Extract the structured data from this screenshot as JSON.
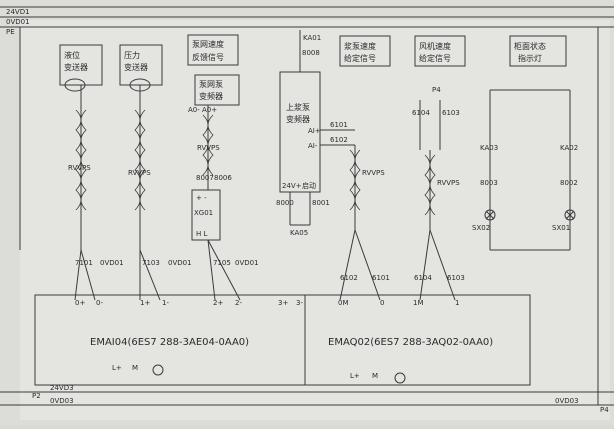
{
  "bus_labels": {
    "top_24v": "24VD1",
    "top_0v": "0VD01",
    "top_pe": "PE",
    "bottom_p2": "P2",
    "bottom_24v": "24VD3",
    "bottom_0v": "0VD03",
    "bottom_right_0v": "0VD03",
    "bottom_p4": "P4"
  },
  "blocks": {
    "level": "液位\n变送器",
    "pressure": "压力\n变送器",
    "fb_title": "泵网速度\n反馈信号",
    "fb_vfd": "泵网泵\n变频器",
    "fb_terms": "A0-  A0+",
    "main_vfd": "上浆泵\n变频器",
    "main_ai1": "AI+",
    "main_ai2": "AI-",
    "main_24v": "24V+",
    "main_start": "启动",
    "pump_speed": "浆泵速度\n给定信号",
    "fan_speed": "风机速度\n给定信号",
    "cabinet": "柜面状态\n指示灯",
    "relay_xg": "XG01",
    "relay_hl": "H   L",
    "relay_pm": "+    -",
    "p4": "P4"
  },
  "cable_type": "RVVPS",
  "wire_numbers": {
    "w7101": "7101",
    "w0vd01a": "0VD01",
    "w7103": "7103",
    "w0vd01b": "0VD01",
    "w7105": "7105",
    "w0vd01c": "0VD01",
    "w8007": "8007",
    "w8006": "8006",
    "w8008": "8008",
    "w8000": "8000",
    "w8001": "8001",
    "ka01": "KA01",
    "ka05": "KA05",
    "w6101": "6101",
    "w6102": "6102",
    "w6103": "6103",
    "w6104": "6104",
    "w6102b": "6102",
    "w6101b": "6101",
    "w6104b": "6104",
    "w6103b": "6103",
    "ka02": "KA02",
    "ka03": "KA03",
    "w8003": "8003",
    "w8002": "8002",
    "sx02": "SX02",
    "sx01": "SX01"
  },
  "terminals": {
    "t0p": "0+",
    "t0m": "0-",
    "t1p": "1+",
    "t1m": "1-",
    "t2p": "2+",
    "t2m": "2-",
    "t3p": "3+",
    "t3m": "3-",
    "t0M": "0M",
    "t0": "0",
    "t1M": "1M",
    "t1": "1"
  },
  "modules": {
    "ai_module": "EMAI04(6ES7 288-3AE04-0AA0)",
    "aq_module": "EMAQ02(6ES7 288-3AQ02-0AA0)",
    "lplus1": "L+",
    "m1": "M",
    "lplus2": "L+",
    "m2": "M"
  }
}
